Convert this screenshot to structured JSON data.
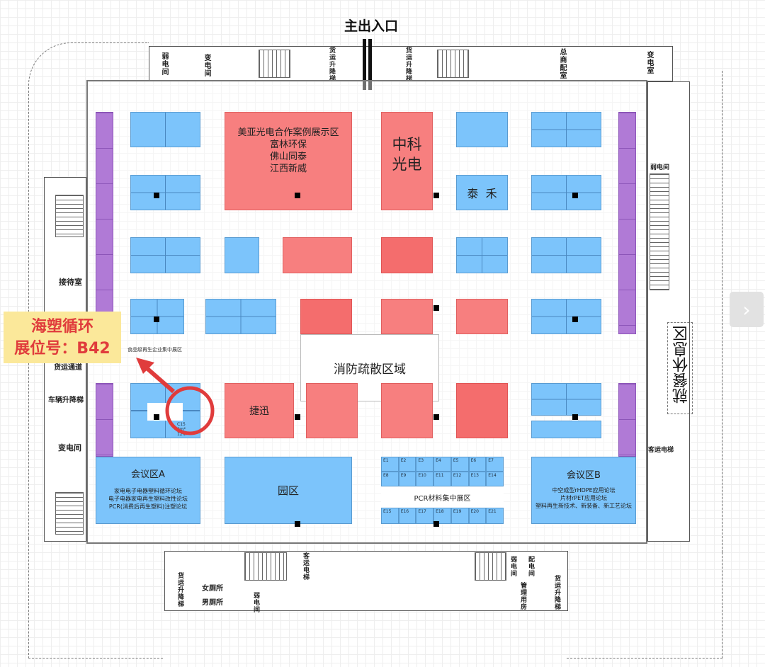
{
  "entrance": {
    "main": "主出入口"
  },
  "top_rooms": [
    "弱电间",
    "变电间",
    "货运升降梯",
    "货运升降梯",
    "总商配室",
    "变电室"
  ],
  "left_rooms": [
    "接待室",
    "货运通道",
    "车辆升降梯",
    "变电间"
  ],
  "bottom_rooms": [
    "货运升降梯",
    "女厕所",
    "男厕所",
    "客运电梯",
    "弱电间",
    "弱电间",
    "配电间",
    "管理用房",
    "货运升降梯"
  ],
  "right_rooms": [
    "弱电间",
    "客运电梯"
  ],
  "dining_area": "就餐休息区",
  "halls": {
    "meiya": [
      "美亚光电合作案例展示区",
      "富林环保",
      "佛山同泰",
      "江西新威"
    ],
    "zhongke": [
      "中科",
      "光电"
    ],
    "taihe": "泰  禾",
    "jiexun": "捷迅",
    "fire_evac": "消防疏散区域",
    "food_grade": "食品级再生企业集中展区",
    "booth_c15": [
      "C15",
      "9m²",
      "12m"
    ],
    "park": "园区",
    "meeting_a": {
      "title": "会议区A",
      "lines": [
        "家电电子电器塑料循环论坛",
        "电子电器家电再生塑料改性论坛",
        "PCR(消费后再生塑料)注塑论坛"
      ]
    },
    "meeting_b": {
      "title": "会议区B",
      "lines": [
        "中空成型rHDPE应用论坛",
        "片材rPET应用论坛",
        "塑料再生新技术、新装备、新工艺论坛"
      ]
    },
    "pcr": {
      "title": "PCR材料集中展区",
      "row1": [
        "E1",
        "E2",
        "E3",
        "E4",
        "E5",
        "E6",
        "E7"
      ],
      "row2": [
        "E8",
        "E9",
        "E10",
        "E11",
        "E12",
        "E13",
        "E14"
      ],
      "row3": [
        "E15",
        "E16",
        "E17",
        "E18",
        "E19",
        "E20",
        "E21"
      ]
    }
  },
  "callout": {
    "line1": "海塑循环",
    "line2": "展位号：B42",
    "color": "#e03c3c",
    "bg": "#fbe89a"
  },
  "nav": {
    "next": "›"
  }
}
